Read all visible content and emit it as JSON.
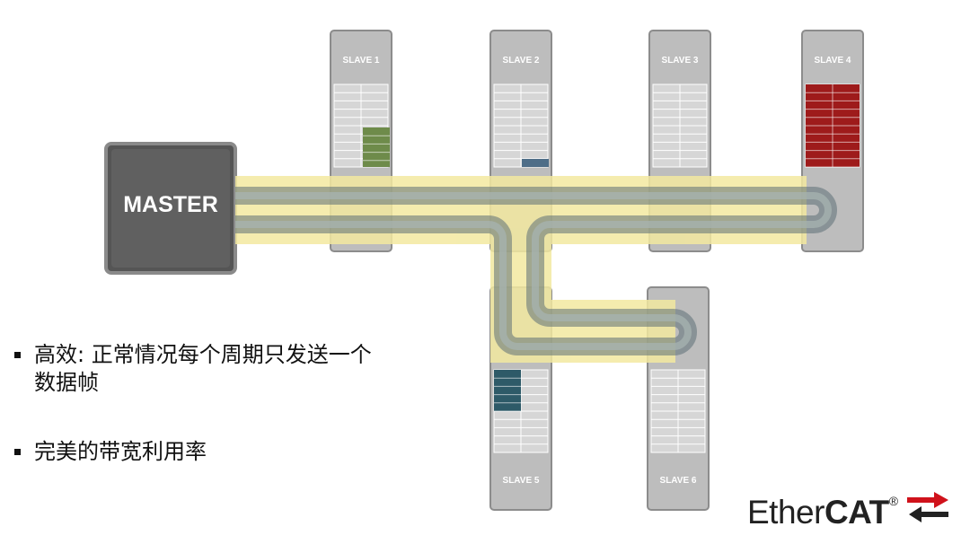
{
  "master": {
    "label": "MASTER"
  },
  "slaves": [
    {
      "label": "SLAVE 1"
    },
    {
      "label": "SLAVE 2"
    },
    {
      "label": "SLAVE 3"
    },
    {
      "label": "SLAVE 4"
    },
    {
      "label": "SLAVE 5"
    },
    {
      "label": "SLAVE 6"
    }
  ],
  "bullets": [
    {
      "text": "高效: 正常情况每个周期只发送一个数据帧"
    },
    {
      "text": "完美的带宽利用率"
    }
  ],
  "logo": {
    "text_regular": "Ether",
    "text_bold": "CAT",
    "reg": "®"
  },
  "colors": {
    "frame_band": "#f3e9a0",
    "pipe": "#7e9298",
    "master_fill": "#606060",
    "slave_fill": "#bdbdbd",
    "slave1_data": "#6e8b4a",
    "slave2_data": "#4f6e88",
    "slave4_data": "#9e1b1b",
    "slave5_data": "#2e5a68",
    "logo_red": "#d0121b"
  }
}
